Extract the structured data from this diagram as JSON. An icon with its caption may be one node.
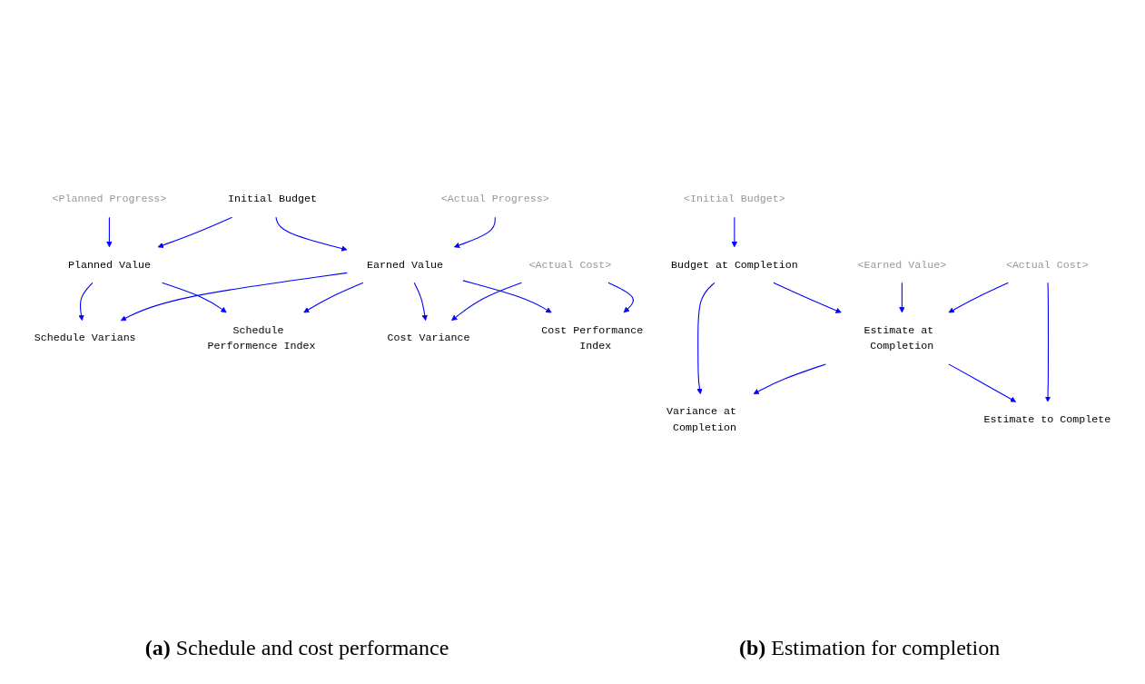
{
  "diagram": {
    "nodes": [
      {
        "text": [
          "<Planned Progress>"
        ]
      },
      {
        "text": [
          "Planned Value"
        ]
      },
      {
        "text": [
          "Initial Budget"
        ]
      },
      {
        "text": [
          "Schedule Varians"
        ]
      },
      {
        "text": [
          "Schedule Performence Index"
        ]
      },
      {
        "text": [
          "Earned Value"
        ]
      },
      {
        "text": [
          "Cost Variance"
        ]
      },
      {
        "text": [
          "Cost Performance Index"
        ]
      },
      {
        "text": [
          "<Actual Progress>"
        ]
      },
      {
        "text": [
          "<Actual Cost>"
        ]
      },
      {
        "text": [
          "<Initial Budget>"
        ]
      },
      {
        "text": [
          "Variance at Completion"
        ]
      },
      {
        "text": [
          "Budget at Completion"
        ]
      },
      {
        "text": [
          "<Earned Value>"
        ]
      },
      {
        "text": [
          "Estimate at Completion"
        ]
      },
      {
        "text": [
          "Estimate to Complete"
        ]
      },
      {
        "text": [
          "<Actual Cost>"
        ]
      }
    ],
    "edges": [
      {
        "from": 0,
        "to": 1,
        "arrow": "to"
      },
      {
        "from": 2,
        "to": 1,
        "arrow": "to"
      },
      {
        "from": 2,
        "to": 5,
        "arrow": "to"
      },
      {
        "from": 1,
        "to": 3,
        "arrow": "to"
      },
      {
        "from": 1,
        "to": 4,
        "arrow": "to"
      },
      {
        "from": 5,
        "to": 3,
        "arrow": "to"
      },
      {
        "from": 5,
        "to": 4,
        "arrow": "to"
      },
      {
        "from": 5,
        "to": 6,
        "arrow": "to"
      },
      {
        "from": 5,
        "to": 7,
        "arrow": "to"
      },
      {
        "from": 8,
        "to": 5,
        "arrow": "to"
      },
      {
        "from": 9,
        "to": 6,
        "arrow": "to"
      },
      {
        "from": 9,
        "to": 7,
        "arrow": "to"
      },
      {
        "from": 10,
        "to": 12,
        "arrow": "to"
      },
      {
        "from": 12,
        "to": 11,
        "arrow": "to"
      },
      {
        "from": 12,
        "to": 14,
        "arrow": "to"
      },
      {
        "from": 14,
        "to": 11,
        "arrow": "to"
      },
      {
        "from": 13,
        "to": 14,
        "arrow": "to"
      },
      {
        "from": 14,
        "to": 15,
        "arrow": "to"
      },
      {
        "from": 16,
        "to": 14,
        "arrow": "to"
      },
      {
        "from": 16,
        "to": 15,
        "arrow": "to"
      }
    ],
    "labels": [
      "**(a)** Schedule and cost performance",
      "**(b)** Estimation for completion"
    ]
  }
}
